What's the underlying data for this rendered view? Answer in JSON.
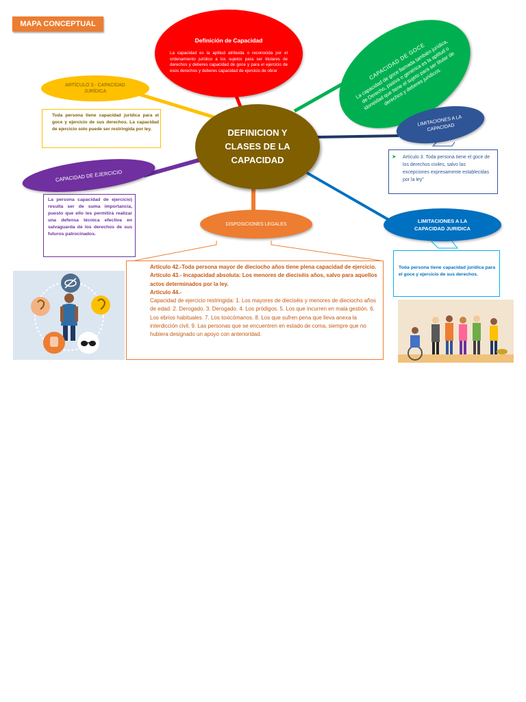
{
  "banner": {
    "label": "MAPA CONCEPTUAL"
  },
  "center": {
    "title": "DEFINICION Y CLASES DE LA CAPACIDAD"
  },
  "definicion": {
    "title": "Definición de Capacidad",
    "text": "La capacidad es la aptitud atribuida o reconocida por el ordenamiento jurídico a los sujetos para ser titulares de derechos y deberes capacidad de goce y para el ejercicio de esos derechos y deberes capacidad de ejercicio de obrar"
  },
  "goce": {
    "title": "CAPACIDAD DE GOCE",
    "text": "La capacidad de goce llamada también jurídica, de Derecho, pasiva o genérica es la aptitud o idoneidad que tiene el sujeto para ser titular de derechos y deberes jurídicos."
  },
  "articulo3": {
    "title": "ARTÍCULO 3.- CAPACIDAD JURÍDICA",
    "text": "Toda persona tiene capacidad jurídica para el goce y ejercicio de sus derechos. La capacidad de ejercicio solo puede ser restringida por ley."
  },
  "ejercicio": {
    "title": "CAPACIDAD DE EJERCICIO",
    "text": "La persona capacidad de ejercicio) resulta ser de suma importancia, puesto que ello les permitirá realizar una defensa técnica efectiva en salvaguarda de los derechos de sus futuros patrocinados."
  },
  "limitaciones_capacidad": {
    "title": "LIMITACIONES A LA CAPACIDAD",
    "text": "Artículo 3. Toda persona tiene el goce de los derechos civiles, salvo las excepciones expresamente establecidas por la ley”"
  },
  "limitaciones_juridica": {
    "title": "LIMITACIONES A LA CAPACIDAD JURIDICA",
    "text": "Toda persona tiene capacidad jurídica para el goce y ejercicio de sus derechos."
  },
  "disposiciones": {
    "title": "DISPOSICIONES LEGALES",
    "lines": [
      "Artículo 42.-Toda persona mayor de dieciocho años tiene plena capacidad de ejercicio.",
      "Artículo 43.- Incapacidad absoluta: Los menores de dieciséis años, salvo para aquellos actos determinados por la ley.",
      "Artículo 44.-",
      "Capacidad de ejercicio restringida: 1. Los mayores de dieciséis y menores de dieciocho años de edad. 2. Derogado. 3. Derogado. 4. Los pródigos. 5. Los que incurren en mala gestión. 6. Los ebrios habituales. 7. Los toxicómanos. 8. Los que sufren pena que lleva anexa la interdicción civil. 9. Las personas que se encuentren en estado de coma, siempre que no hubiera designado un apoyo con anterioridad."
    ]
  },
  "colors": {
    "center": "#7f5f00",
    "red": "#ff0000",
    "green": "#00b050",
    "yellow": "#ffc000",
    "purple": "#7030a0",
    "navy": "#2f5597",
    "orange": "#ed7d31",
    "blue": "#0070c0"
  },
  "illustrations": {
    "left": {
      "icons": [
        "hearing-aid-icon",
        "blind-eye-icon",
        "hand-stop-icon",
        "dark-glasses-icon",
        "ear-icon"
      ]
    },
    "right": {
      "icons": [
        "wheelchair-person-icon",
        "group-of-people-icon"
      ]
    }
  }
}
